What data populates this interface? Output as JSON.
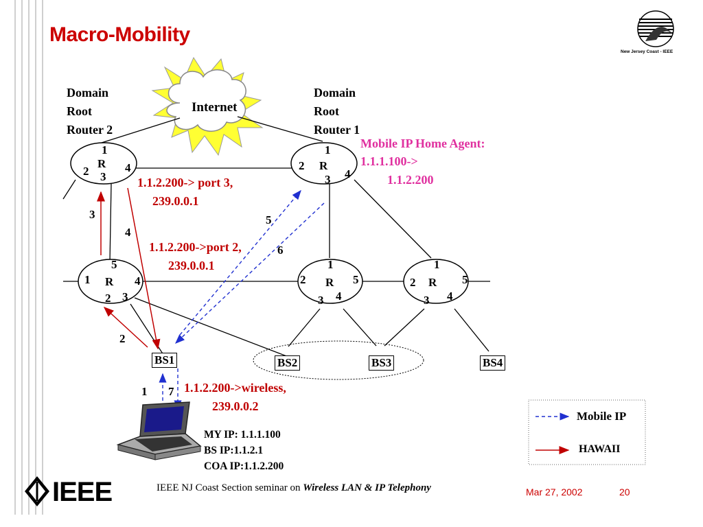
{
  "slide": {
    "title": "Macro-Mobility",
    "logo_text": "New Jersey Coast - IEEE",
    "ieee_logo": "IEEE"
  },
  "diagram": {
    "internet": "Internet",
    "router2_label": [
      "Domain",
      "Root",
      "Router 2"
    ],
    "router1_label": [
      "Domain",
      "Root",
      "Router 1"
    ],
    "router_letter": "R",
    "home_agent": [
      "Mobile IP Home Agent:",
      "1.1.1.100->",
      "1.1.2.200"
    ],
    "route1": [
      "1.1.2.200-> port 3,",
      "239.0.0.1"
    ],
    "route2": [
      "1.1.2.200->port 2,",
      "239.0.0.1"
    ],
    "route3": [
      "1.1.2.200->wireless,",
      "239.0.0.2"
    ],
    "base_stations": [
      "BS1",
      "BS2",
      "BS3",
      "BS4"
    ],
    "laptop_info": [
      "MY IP: 1.1.1.100",
      "BS IP:1.1.2.1",
      "COA IP:1.1.2.200"
    ],
    "ports": {
      "r2": [
        "1",
        "2",
        "4",
        "3"
      ],
      "r1": [
        "1",
        "2",
        "4",
        "3"
      ],
      "rl": [
        "5",
        "1",
        "4",
        "2",
        "3"
      ],
      "rm": [
        "1",
        "2",
        "5",
        "3",
        "4"
      ],
      "rr": [
        "1",
        "2",
        "5",
        "3",
        "4"
      ]
    },
    "steps": [
      "3",
      "4",
      "5",
      "6",
      "2",
      "1",
      "7"
    ]
  },
  "legend": {
    "mobile_ip": "Mobile IP",
    "hawaii": "HAWAII"
  },
  "footer": {
    "text": "IEEE NJ Coast Section seminar on ",
    "emphasis": "Wireless LAN & IP Telephony",
    "date": "Mar 27, 2002",
    "page": "20"
  }
}
